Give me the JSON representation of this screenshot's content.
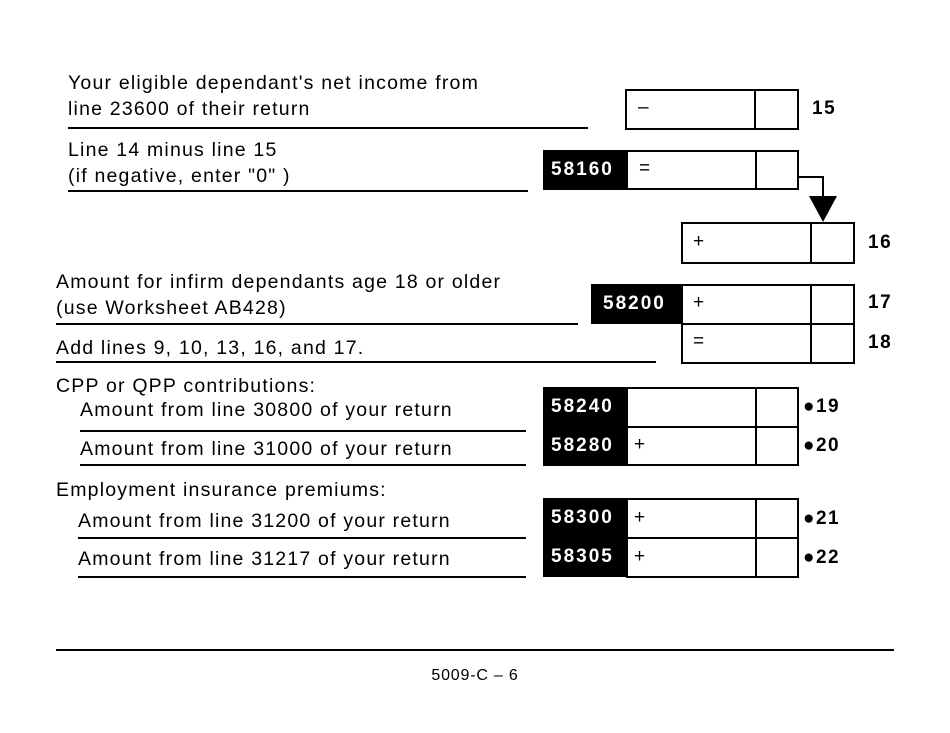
{
  "lines": {
    "l15": {
      "label1": "Your eligible dependant's net income from",
      "label2": "line 23600 of their return",
      "sign": "–",
      "number": "15"
    },
    "l_58160": {
      "label1": "Line 14 minus line 15",
      "label2": "(if negative, enter \"0\" )",
      "code": "58160",
      "sign": "="
    },
    "l16": {
      "sign": "+",
      "number": "16"
    },
    "l17": {
      "label1": "Amount for infirm dependants age 18 or older",
      "label2": "(use Worksheet AB428)",
      "code": "58200",
      "sign": "+",
      "number": "17"
    },
    "l18": {
      "label": "Add lines 9, 10, 13, 16, and 17.",
      "sign": "=",
      "number": "18"
    },
    "cpp": {
      "heading": "CPP or QPP contributions:"
    },
    "l19": {
      "label": "Amount from line 30800 of your return",
      "code": "58240",
      "sign": "",
      "number": "19"
    },
    "l20": {
      "label": "Amount from line 31000 of your return",
      "code": "58280",
      "sign": "+",
      "number": "20"
    },
    "ei": {
      "heading": "Employment insurance premiums:"
    },
    "l21": {
      "label": "Amount from line 31200 of your return",
      "code": "58300",
      "sign": "+",
      "number": "21"
    },
    "l22": {
      "label": "Amount from line 31217 of your return",
      "code": "58305",
      "sign": "+",
      "number": "22"
    }
  },
  "footer": {
    "page_label": "5009-C – 6"
  }
}
